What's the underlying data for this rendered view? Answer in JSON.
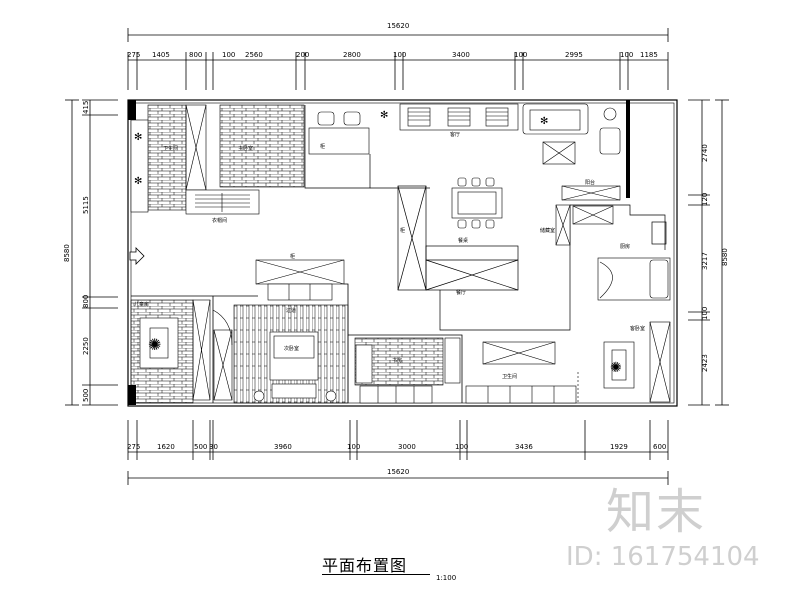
{
  "plan_title": "平面布置图",
  "scale": "1:100",
  "watermark": {
    "logo": "知末",
    "id": "ID: 161754104"
  },
  "dimensions": {
    "total_top": "15620",
    "total_bottom": "15620",
    "top_segments": [
      "275",
      "1405",
      "800",
      "100",
      "2560",
      "200",
      "2800",
      "100",
      "3400",
      "100",
      "2995",
      "100",
      "1185"
    ],
    "bottom_segments": [
      "275",
      "1620",
      "500",
      "30",
      "3960",
      "100",
      "3000",
      "100",
      "3436",
      "1929",
      "600"
    ],
    "left_total": "8580",
    "left_segments": [
      "415",
      "5115",
      "800",
      "2250",
      "500"
    ],
    "right_total": "8580",
    "right_segments": [
      "2740",
      "120",
      "3217",
      "100",
      "2423"
    ]
  },
  "rooms": {
    "bathroom_1": "卫生间",
    "master_bedroom": "主卧室",
    "closet": "衣帽间",
    "living_room": "客厅",
    "dining_room": "餐厅",
    "balcony": "阳台",
    "kitchen": "厨房",
    "study": "书房",
    "bathroom_2": "卫生间",
    "storage": "储藏室",
    "corridor": "过道",
    "kids_room": "儿童房",
    "guest_bedroom": "客卧室",
    "bedroom_2": "次卧室",
    "dining_table": "餐桌",
    "cabinet": "柜"
  }
}
